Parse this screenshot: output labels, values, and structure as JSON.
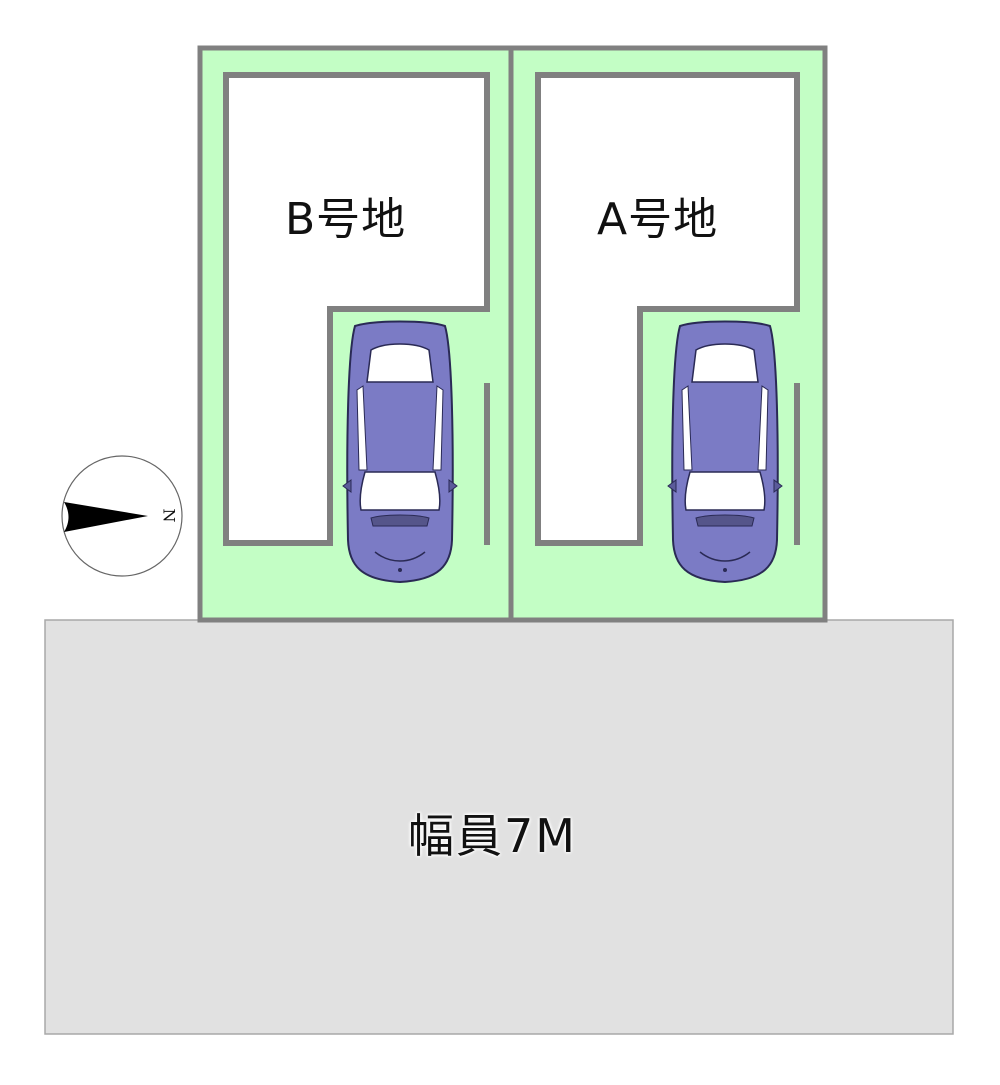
{
  "lots": {
    "b": {
      "label": "B号地"
    },
    "a": {
      "label": "A号地"
    }
  },
  "road": {
    "label": "幅員7M"
  },
  "compass": {
    "label": "N"
  },
  "colors": {
    "lot_fill": "#c3fec5",
    "lot_border": "#808080",
    "building": "#ffffff",
    "road": "#e1e1e1",
    "car_body": "#7b7bc5",
    "car_glass": "#ffffff"
  }
}
